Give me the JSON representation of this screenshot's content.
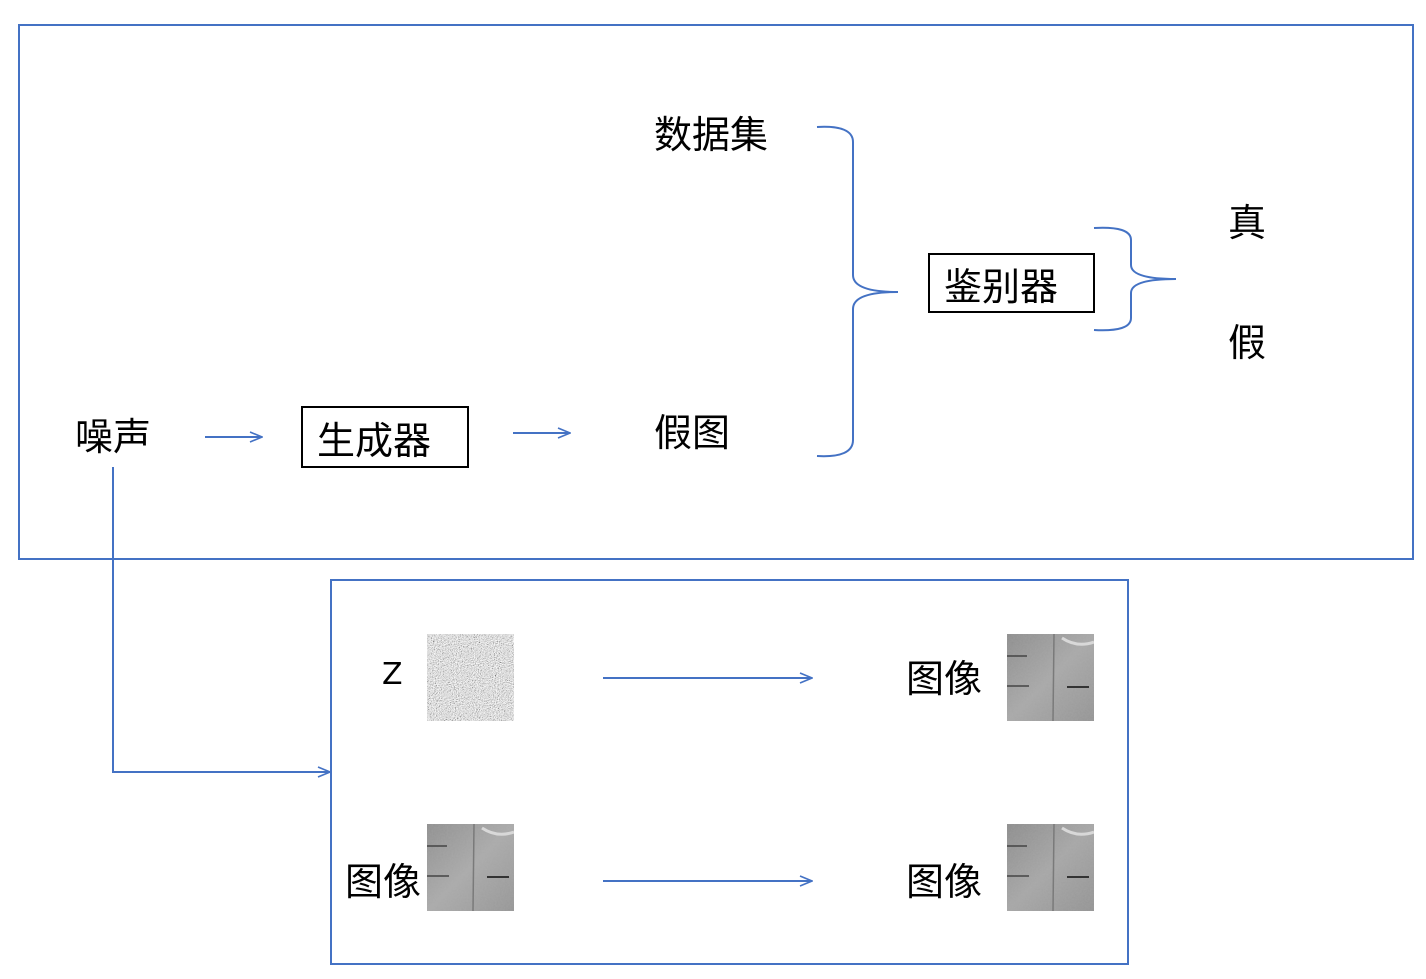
{
  "top": {
    "noise_label": "噪声",
    "generator_label": "生成器",
    "fake_image_label": "假图",
    "dataset_label": "数据集",
    "discriminator_label": "鉴别器",
    "real_label": "真",
    "fake_label": "假"
  },
  "bottom": {
    "z_label": "Z",
    "out_image_1": "图像",
    "in_image_2": "图像",
    "out_image_2": "图像"
  },
  "colors": {
    "connector": "#4472c4",
    "box_border": "#000000"
  }
}
